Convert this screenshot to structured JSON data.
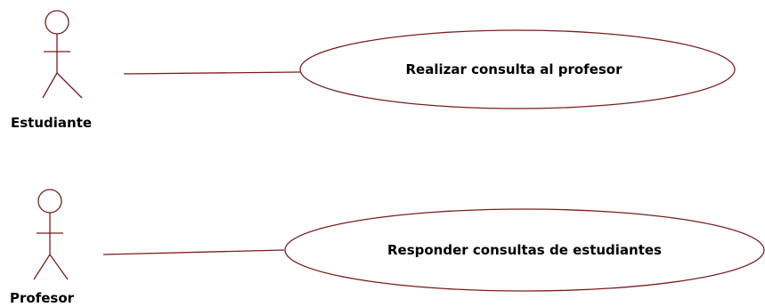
{
  "diagram": {
    "type": "use-case",
    "colors": {
      "line": "#7a1e1e",
      "text": "#000000",
      "background": "#ffffff"
    },
    "actors": [
      {
        "name": "Estudiante"
      },
      {
        "name": "Profesor"
      }
    ],
    "use_cases": [
      {
        "name": "Realizar consulta al profesor",
        "actor": "Estudiante"
      },
      {
        "name": "Responder consultas de estudiantes",
        "actor": "Profesor"
      }
    ]
  }
}
